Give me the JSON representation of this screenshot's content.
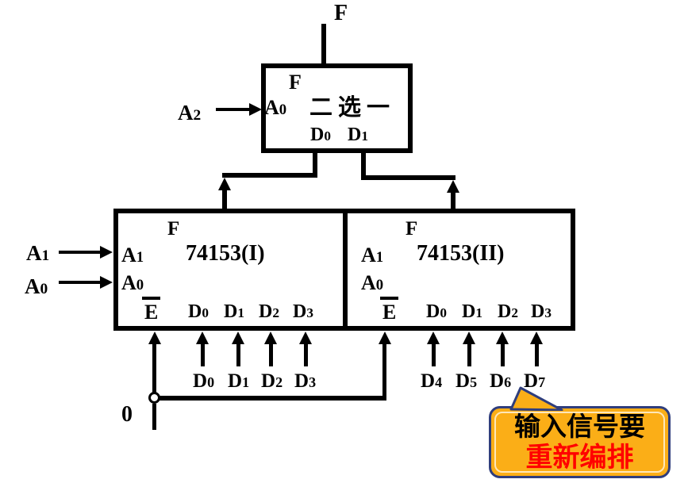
{
  "colors": {
    "wire": "#000000",
    "background": "#FFFFFF",
    "callout_fill": "#FBAE17",
    "callout_border": "#2F3E7D",
    "callout_red": "#FF0000"
  },
  "output": {
    "f": "F"
  },
  "selector": {
    "f": "F",
    "select_pin": {
      "base": "A",
      "sub": "0"
    },
    "title": "二选一",
    "d0_pin": {
      "base": "D",
      "sub": "0"
    },
    "d1_pin": {
      "base": "D",
      "sub": "1"
    }
  },
  "inputs": {
    "a2": {
      "base": "A",
      "sub": "2"
    },
    "a1": {
      "base": "A",
      "sub": "1"
    },
    "a0": {
      "base": "A",
      "sub": "0"
    },
    "zero": "0",
    "left_data": [
      {
        "base": "D",
        "sub": "0"
      },
      {
        "base": "D",
        "sub": "1"
      },
      {
        "base": "D",
        "sub": "2"
      },
      {
        "base": "D",
        "sub": "3"
      }
    ],
    "right_data": [
      {
        "base": "D",
        "sub": "4"
      },
      {
        "base": "D",
        "sub": "5"
      },
      {
        "base": "D",
        "sub": "6"
      },
      {
        "base": "D",
        "sub": "7"
      }
    ]
  },
  "mux1": {
    "f": "F",
    "title": "74153(I)",
    "a1_pin": {
      "base": "A",
      "sub": "1"
    },
    "a0_pin": {
      "base": "A",
      "sub": "0"
    },
    "enable_pin": "E",
    "d_pins": [
      {
        "base": "D",
        "sub": "0"
      },
      {
        "base": "D",
        "sub": "1"
      },
      {
        "base": "D",
        "sub": "2"
      },
      {
        "base": "D",
        "sub": "3"
      }
    ]
  },
  "mux2": {
    "f": "F",
    "title": "74153(II)",
    "a1_pin": {
      "base": "A",
      "sub": "1"
    },
    "a0_pin": {
      "base": "A",
      "sub": "0"
    },
    "enable_pin": "E",
    "d_pins": [
      {
        "base": "D",
        "sub": "0"
      },
      {
        "base": "D",
        "sub": "1"
      },
      {
        "base": "D",
        "sub": "2"
      },
      {
        "base": "D",
        "sub": "3"
      }
    ]
  },
  "callout": {
    "line1": "输入信号要",
    "line2": "重新编排"
  }
}
